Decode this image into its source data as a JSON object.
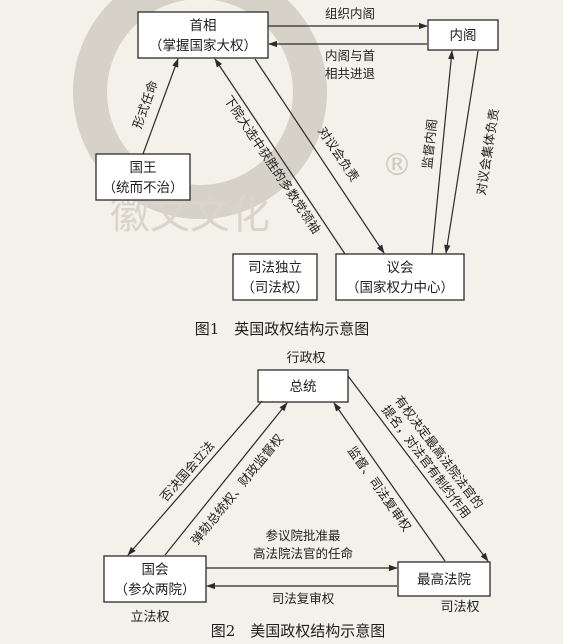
{
  "figure1": {
    "caption": "图1　英国政权结构示意图",
    "nodes": {
      "pm": [
        "首相",
        "（掌握国家大权）"
      ],
      "cabinet": [
        "内阁"
      ],
      "king": [
        "国王",
        "（统而不治）"
      ],
      "judiciary": [
        "司法独立",
        "（司法权）"
      ],
      "parliament": [
        "议会",
        "（国家权力中心）"
      ]
    },
    "edges": {
      "pm_to_cabinet": "组织内阁",
      "cabinet_to_pm": [
        "内阁与首",
        "相共进退"
      ],
      "king_to_pm": "形式任命",
      "parliament_to_pm": "下院大选中获胜的多数党领袖",
      "pm_to_parliament": "对议会负责",
      "parliament_to_cabinet": "监督内阁",
      "cabinet_to_parliament": "对议会集体负责"
    }
  },
  "figure2": {
    "caption": "图2　美国政权结构示意图",
    "nodes": {
      "president": [
        "总统"
      ],
      "congress": [
        "国会",
        "（参众两院）"
      ],
      "court": [
        "最高法院"
      ]
    },
    "side_labels": {
      "executive": "行政权",
      "legislative": "立法权",
      "judicial": "司法权"
    },
    "edges": {
      "president_to_congress": "否决国会立法",
      "congress_to_president": "弹劾总统权、财政监督权",
      "president_to_court": [
        "有权决定最高法院法官的",
        "提名，对法官有制约作用"
      ],
      "court_to_president": "监督、司法复审权",
      "congress_to_court": [
        "参议院批准最",
        "高法院法官的任命"
      ],
      "court_to_congress": "司法复审权"
    }
  },
  "watermark": {
    "text": "徽文文化",
    "reg_mark": "®"
  }
}
